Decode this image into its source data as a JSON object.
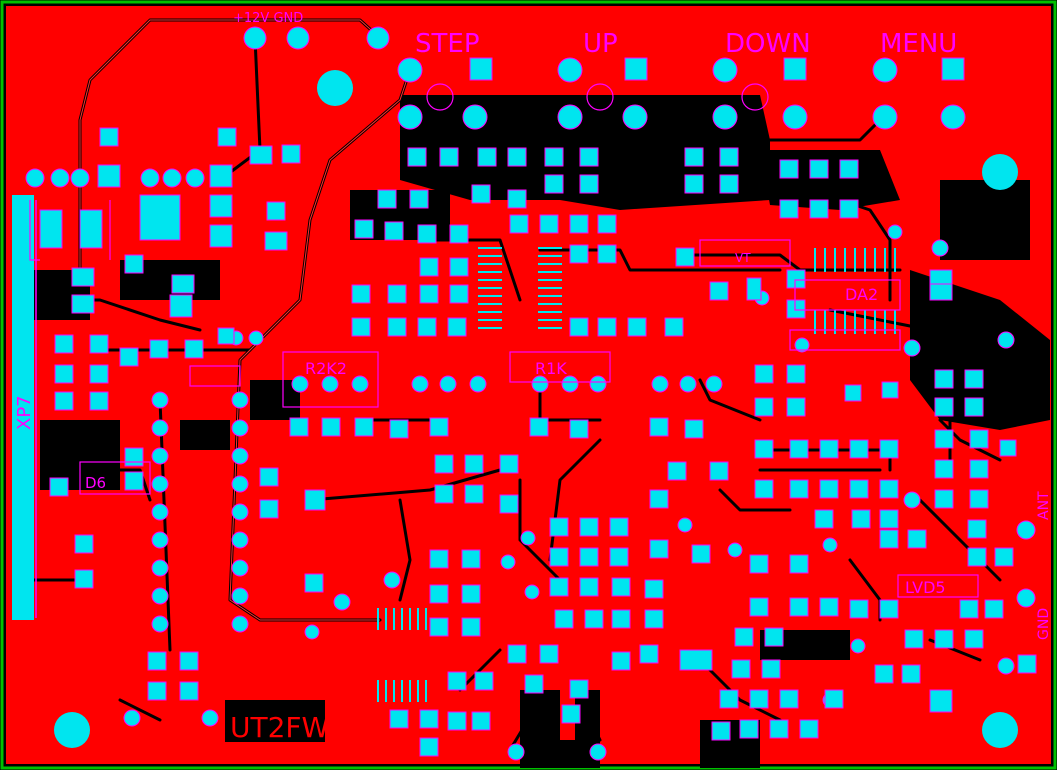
{
  "colors": {
    "board_outline": "#00c000",
    "copper": "#ff0000",
    "background": "#000000",
    "pad": "#00e5ef",
    "silk": "#ff00ff"
  },
  "labels": {
    "power_top": "+12V GND",
    "button_step": "STEP",
    "button_up": "UP",
    "button_down": "DOWN",
    "button_menu": "MENU",
    "connector_xp7": "XP7",
    "resistor_network": "R2K2",
    "designator_r1k": "R1K",
    "designator_da2": "DA2",
    "designator_vt": "VT",
    "designator_lvd5": "LVD5",
    "designator_d6": "D6",
    "antenna": "ANT",
    "gnd_right": "GND",
    "board_name": "UT2FW"
  }
}
